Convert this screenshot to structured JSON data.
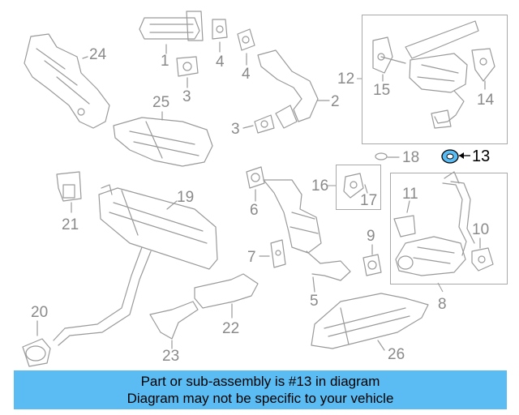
{
  "diagram": {
    "callouts": [
      "1",
      "2",
      "3",
      "3",
      "4",
      "4",
      "5",
      "6",
      "7",
      "8",
      "9",
      "10",
      "11",
      "12",
      "13",
      "14",
      "15",
      "16",
      "17",
      "18",
      "19",
      "20",
      "21",
      "22",
      "23",
      "24",
      "25",
      "26"
    ],
    "highlighted_part": "13",
    "colors": {
      "line": "#9a9a9a",
      "highlight_fill": "#5bbcf3",
      "highlight_text": "#000000",
      "banner": "#5bbcf3"
    }
  },
  "banner": {
    "line1": "Part or sub-assembly is #13 in diagram",
    "line2": "Diagram may not be specific to your vehicle"
  }
}
